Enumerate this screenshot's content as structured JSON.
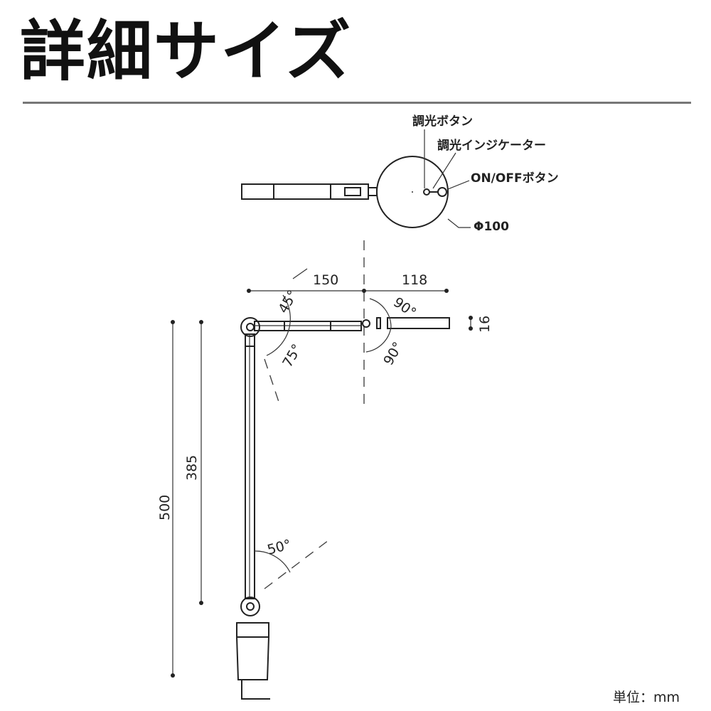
{
  "title": "詳細サイズ",
  "unit": "単位：mm",
  "top_view": {
    "labels": {
      "dimmer_button": "調光ボタン",
      "dimmer_indicator": "調光インジケーター",
      "power_button": "ON/OFFボタン",
      "diameter": "Φ100"
    }
  },
  "dimensions": {
    "arm_left": "150",
    "arm_right": "118",
    "head_thickness": "16",
    "total_height": "500",
    "arm_height": "385"
  },
  "angles": {
    "upper_up": "45°",
    "upper_down": "75°",
    "head_up": "90°",
    "head_down": "90°",
    "lower": "50°"
  }
}
